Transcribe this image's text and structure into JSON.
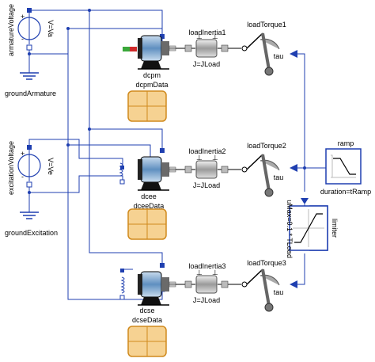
{
  "diagram": {
    "labels": {
      "armature_voltage_param": "V=Va",
      "armature_voltage_name": "armatureVoltage",
      "ground_armature": "groundArmature",
      "excitation_voltage_param": "V=Ve",
      "excitation_voltage_name": "excitationVoltage",
      "ground_excitation": "groundExcitation",
      "dcpm_name": "dcpm",
      "dcpm_data": "dcpmData",
      "dcee_name": "dcee",
      "dcee_data": "dceeData",
      "dcse_name": "dcse",
      "dcse_data": "dcseData",
      "load_inertia1": "loadInertia1",
      "load_inertia2": "loadInertia2",
      "load_inertia3": "loadInertia3",
      "j_param1": "J=JLoad",
      "j_param2": "J=JLoad",
      "j_param3": "J=JLoad",
      "load_torque1": "loadTorque1",
      "load_torque2": "loadTorque2",
      "load_torque3": "loadTorque3",
      "tau1": "tau",
      "tau2": "tau",
      "tau3": "tau",
      "ramp_name": "ramp",
      "ramp_param": "duration=tRamp",
      "limiter_name": "limiter",
      "limiter_param": "uMax=0.1 * TLoad",
      "plus": "+",
      "minus": "-"
    },
    "colors": {
      "wire": "#1f3fb0",
      "motor_body": "#8fb7d6",
      "record_fill": "#f6d292",
      "record_stroke": "#d08a1e",
      "block_stroke": "#1f3fb0"
    }
  }
}
